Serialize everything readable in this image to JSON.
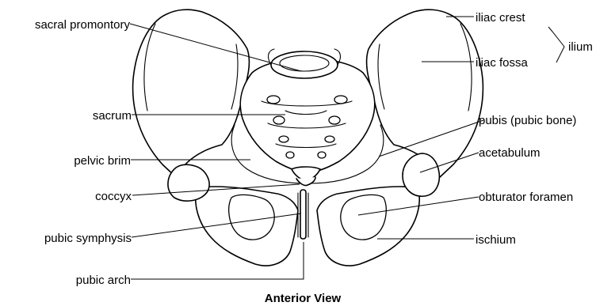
{
  "labels": {
    "sacral_promontory": "sacral promontory",
    "sacrum": "sacrum",
    "pelvic_brim": "pelvic brim",
    "coccyx": "coccyx",
    "pubic_symphysis": "pubic symphysis",
    "pubic_arch": "pubic arch",
    "iliac_crest": "iliac crest",
    "iliac_fossa": "iliac fossa",
    "ilium": "ilium",
    "pubis": "pubis (pubic bone)",
    "acetabulum": "acetabulum",
    "obturator_foramen": "obturator foramen",
    "ischium": "ischium"
  },
  "caption": "Anterior View"
}
